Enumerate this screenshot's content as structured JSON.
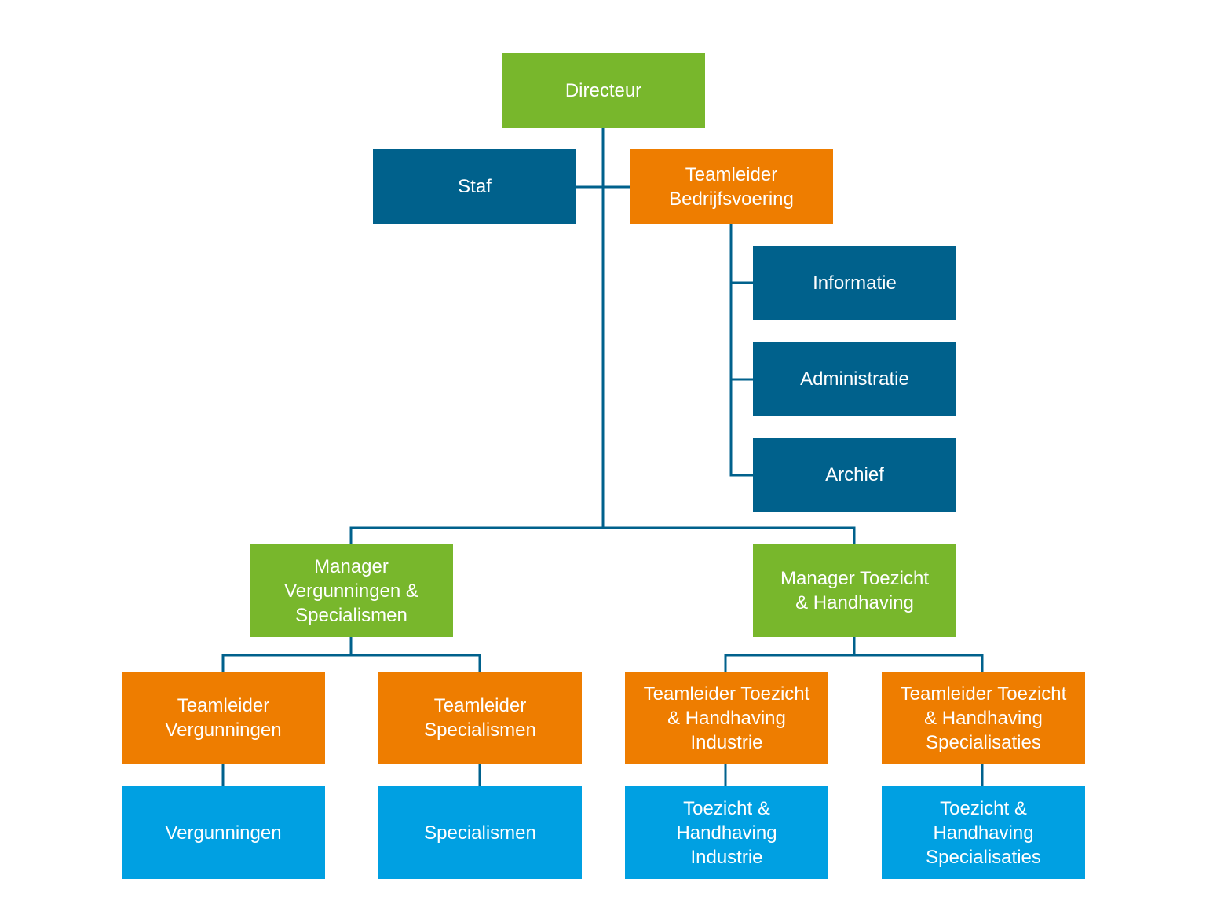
{
  "nodes": {
    "directeur": {
      "label": "Directeur",
      "color": "#78b72c"
    },
    "staf": {
      "label": "Staf",
      "color": "#00618c"
    },
    "teamleider_bedrijfsvoering": {
      "label": "Teamleider\nBedrijfsvoering",
      "color": "#ee7d00"
    },
    "informatie": {
      "label": "Informatie",
      "color": "#00618c"
    },
    "administratie": {
      "label": "Administratie",
      "color": "#00618c"
    },
    "archief": {
      "label": "Archief",
      "color": "#00618c"
    },
    "manager_vergunningen": {
      "label": "Manager\nVergunningen &\nSpecialismen",
      "color": "#78b72c"
    },
    "manager_toezicht": {
      "label": "Manager Toezicht\n& Handhaving",
      "color": "#78b72c"
    },
    "teamleider_vergunningen": {
      "label": "Teamleider\nVergunningen",
      "color": "#ee7d00"
    },
    "teamleider_specialismen": {
      "label": "Teamleider\nSpecialismen",
      "color": "#ee7d00"
    },
    "teamleider_toezicht_industrie": {
      "label": "Teamleider Toezicht\n& Handhaving\nIndustrie",
      "color": "#ee7d00"
    },
    "teamleider_toezicht_specialisaties": {
      "label": "Teamleider Toezicht\n& Handhaving\nSpecialisaties",
      "color": "#ee7d00"
    },
    "vergunningen": {
      "label": "Vergunningen",
      "color": "#00a0e2"
    },
    "specialismen": {
      "label": "Specialismen",
      "color": "#00a0e2"
    },
    "toezicht_industrie": {
      "label": "Toezicht &\nHandhaving\nIndustrie",
      "color": "#00a0e2"
    },
    "toezicht_specialisaties": {
      "label": "Toezicht &\nHandhaving\nSpecialisaties",
      "color": "#00a0e2"
    }
  },
  "connector_color": "#00618c",
  "edges": [
    [
      "directeur",
      "staf"
    ],
    [
      "directeur",
      "teamleider_bedrijfsvoering"
    ],
    [
      "teamleider_bedrijfsvoering",
      "informatie"
    ],
    [
      "teamleider_bedrijfsvoering",
      "administratie"
    ],
    [
      "teamleider_bedrijfsvoering",
      "archief"
    ],
    [
      "directeur",
      "manager_vergunningen"
    ],
    [
      "directeur",
      "manager_toezicht"
    ],
    [
      "manager_vergunningen",
      "teamleider_vergunningen"
    ],
    [
      "manager_vergunningen",
      "teamleider_specialismen"
    ],
    [
      "manager_toezicht",
      "teamleider_toezicht_industrie"
    ],
    [
      "manager_toezicht",
      "teamleider_toezicht_specialisaties"
    ],
    [
      "teamleider_vergunningen",
      "vergunningen"
    ],
    [
      "teamleider_specialismen",
      "specialismen"
    ],
    [
      "teamleider_toezicht_industrie",
      "toezicht_industrie"
    ],
    [
      "teamleider_toezicht_specialisaties",
      "toezicht_specialisaties"
    ]
  ]
}
